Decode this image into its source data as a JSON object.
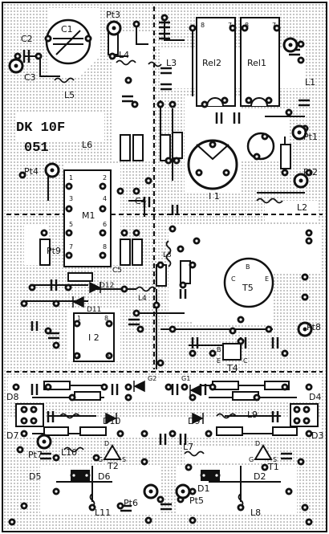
{
  "board": {
    "title_line1": "DK 10F",
    "title_line2": "051",
    "colors": {
      "background": "#ffffff",
      "dots": "#b9b9b9",
      "copper": "#ffffff",
      "ink": "#111111"
    }
  },
  "labels": {
    "C1": "C1",
    "C2": "C2",
    "C3": "C3",
    "L5": "L5",
    "L4": "L4",
    "L3": "L3",
    "L6": "L6",
    "Pt3": "Pt3",
    "Rel2": "Rel2",
    "Rel1": "Rel1",
    "L1": "L1",
    "Pt1": "Pt1",
    "Pt2": "Pt2",
    "L2": "L2",
    "I1": "I 1",
    "Pt4": "Pt4",
    "M1": "M1",
    "C4": "C4",
    "Pt9": "Pt9",
    "C5": "C5",
    "D12": "D12",
    "D11": "D11",
    "L4b": "L4",
    "L3b": "L3",
    "I2": "I 2",
    "T5": "T5",
    "Pt8": "Pt8",
    "T4": "T4",
    "D8": "D8",
    "D4": "D4",
    "D7": "D7",
    "D3": "D3",
    "D10": "D10",
    "D9": "D9",
    "L9": "L9",
    "L10": "L10",
    "L7": "L7",
    "Pt7": "Pt7",
    "T2": "T2",
    "T1": "T1",
    "D5": "D5",
    "D6": "D6",
    "D1": "D1",
    "D2": "D2",
    "L11": "L11",
    "L8": "L8",
    "Pt6": "Pt6",
    "Pt5": "Pt5",
    "pin_8": "8",
    "pin_1": "1",
    "pin_4": "4",
    "pin_5": "5",
    "pin_B": "B",
    "pin_C": "C",
    "pin_E": "E",
    "pin_D": "D",
    "pin_G": "G",
    "pin_S": "S",
    "pin_G1": "G1",
    "pin_G2": "G2",
    "m1_1": "1",
    "m1_2": "2",
    "m1_3": "3",
    "m1_4": "4",
    "m1_5": "5",
    "m1_6": "6",
    "m1_7": "7",
    "m1_8": "8",
    "rel_8": "8",
    "rel_7": "7",
    "rel_1": "1",
    "rel_2": "2"
  }
}
